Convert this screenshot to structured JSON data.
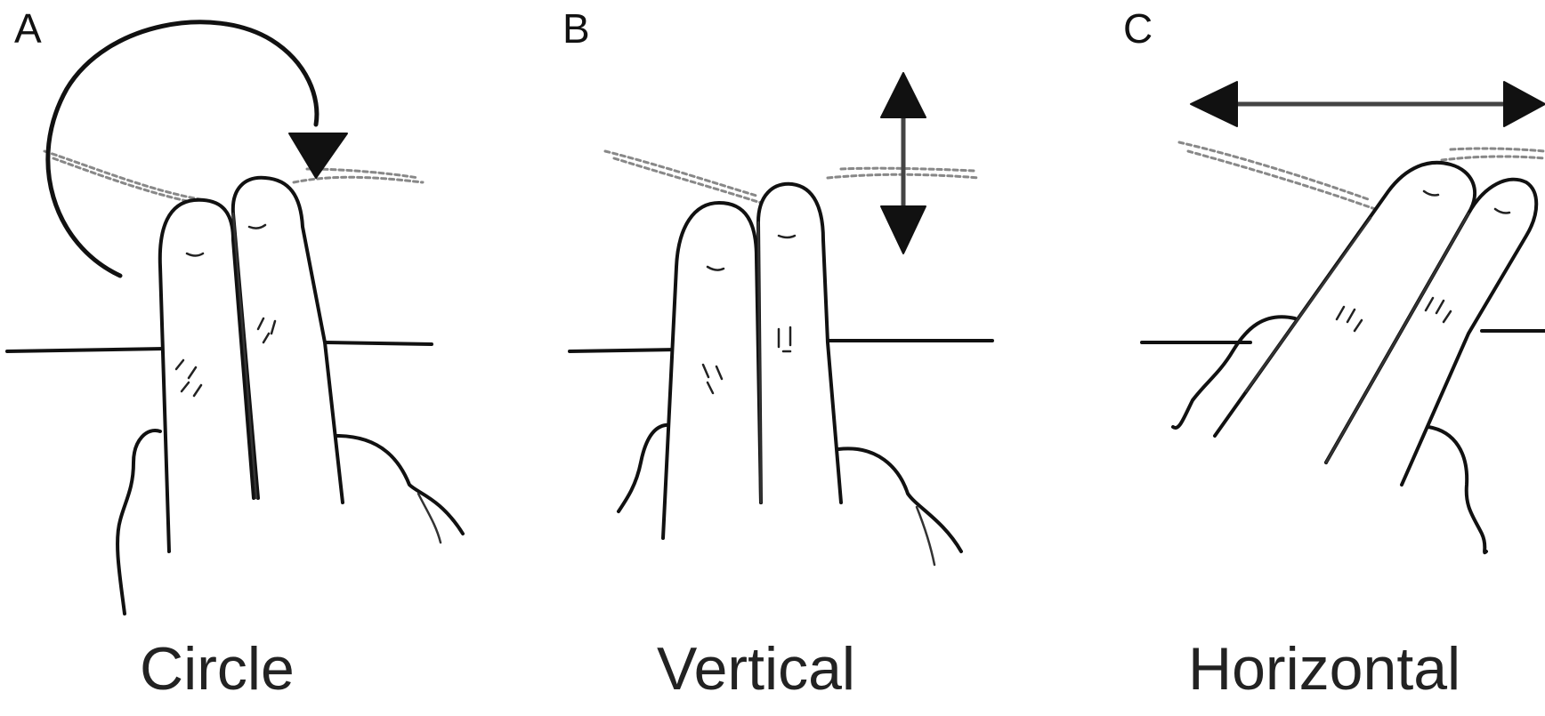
{
  "panels": [
    {
      "letter": "A",
      "caption": "Circle"
    },
    {
      "letter": "B",
      "caption": "Vertical"
    },
    {
      "letter": "C",
      "caption": "Horizontal"
    }
  ],
  "colors": {
    "ink": "#111111",
    "dotted": "#888888",
    "background": "#ffffff"
  }
}
